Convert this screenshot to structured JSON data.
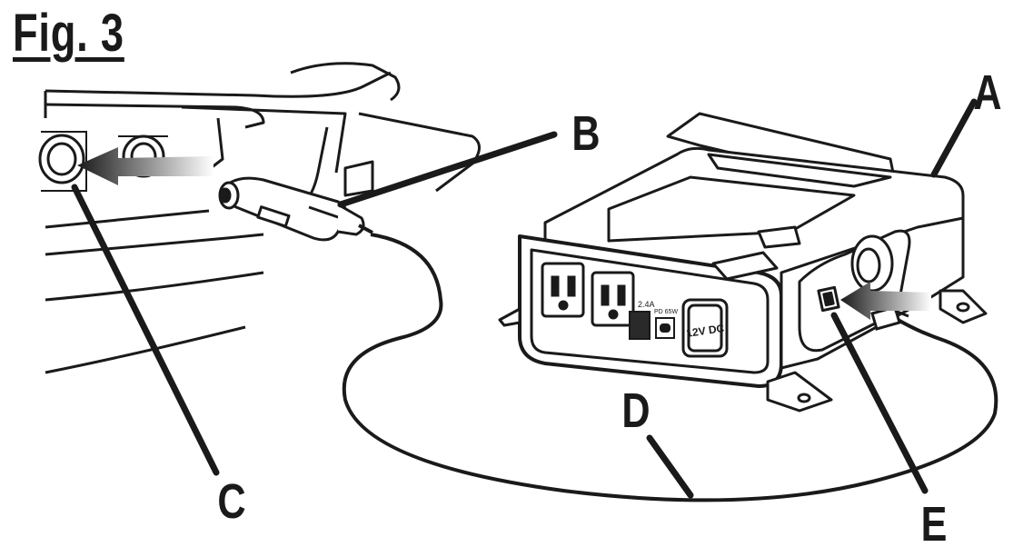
{
  "figure": {
    "title": "Fig. 3",
    "callouts": {
      "a": "A",
      "b": "B",
      "c": "C",
      "d": "D",
      "e": "E"
    },
    "outlets": {
      "usb_a_label": "2.4A",
      "usb_c_label": "PD 65W",
      "dc_label": "12V DC"
    }
  },
  "colors": {
    "ink": "#1a1a1a",
    "background": "#ffffff",
    "panel_dark": "#2a2a2a"
  }
}
